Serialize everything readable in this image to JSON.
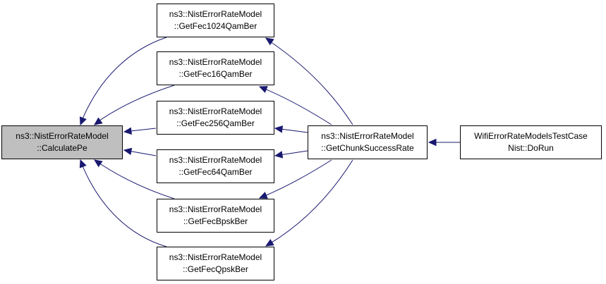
{
  "nodes": {
    "calculate_pe": {
      "line1": "ns3::NistErrorRateModel",
      "line2": "::CalculatePe"
    },
    "fec1024": {
      "line1": "ns3::NistErrorRateModel",
      "line2": "::GetFec1024QamBer"
    },
    "fec16": {
      "line1": "ns3::NistErrorRateModel",
      "line2": "::GetFec16QamBer"
    },
    "fec256": {
      "line1": "ns3::NistErrorRateModel",
      "line2": "::GetFec256QamBer"
    },
    "fec64": {
      "line1": "ns3::NistErrorRateModel",
      "line2": "::GetFec64QamBer"
    },
    "fecbpsk": {
      "line1": "ns3::NistErrorRateModel",
      "line2": "::GetFecBpskBer"
    },
    "fecqpsk": {
      "line1": "ns3::NistErrorRateModel",
      "line2": "::GetFecQpskBer"
    },
    "chunk": {
      "line1": "ns3::NistErrorRateModel",
      "line2": "::GetChunkSuccessRate"
    },
    "testcase": {
      "line1": "WifiErrorRateModelsTestCase",
      "line2": "Nist::DoRun"
    }
  },
  "edges": [
    {
      "from": "fec1024",
      "to": "calculate_pe"
    },
    {
      "from": "fec16",
      "to": "calculate_pe"
    },
    {
      "from": "fec256",
      "to": "calculate_pe"
    },
    {
      "from": "fec64",
      "to": "calculate_pe"
    },
    {
      "from": "fecbpsk",
      "to": "calculate_pe"
    },
    {
      "from": "fecqpsk",
      "to": "calculate_pe"
    },
    {
      "from": "chunk",
      "to": "fec1024"
    },
    {
      "from": "chunk",
      "to": "fec16"
    },
    {
      "from": "chunk",
      "to": "fec256"
    },
    {
      "from": "chunk",
      "to": "fec64"
    },
    {
      "from": "chunk",
      "to": "fecbpsk"
    },
    {
      "from": "chunk",
      "to": "fecqpsk"
    },
    {
      "from": "testcase",
      "to": "chunk"
    }
  ],
  "colors": {
    "edge": "#191970",
    "node_border": "#000000",
    "focus_fill": "#bfbfbf",
    "node_fill": "#ffffff"
  }
}
